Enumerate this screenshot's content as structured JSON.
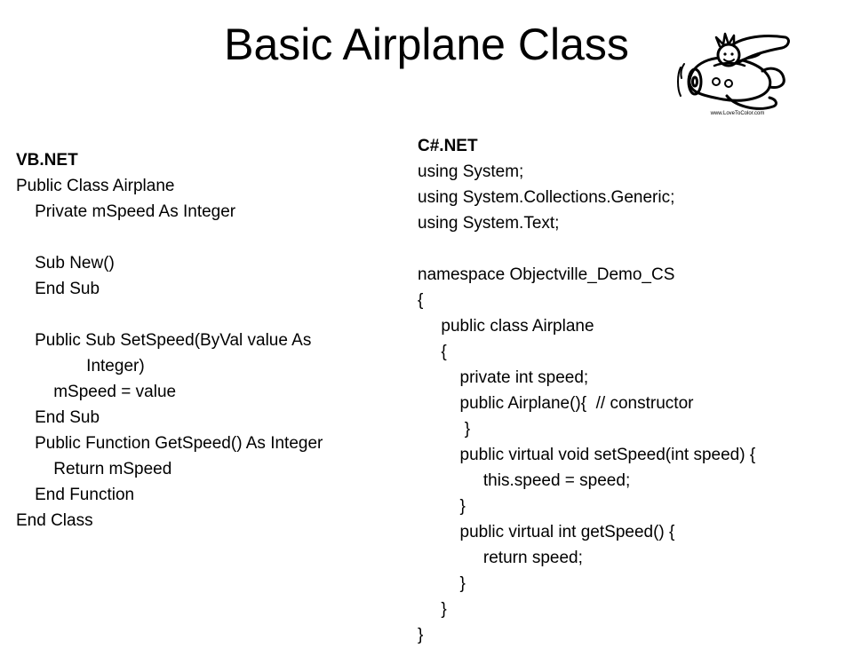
{
  "slide": {
    "title": "Basic Airplane Class",
    "clipart": {
      "icon": "cartoon-pilot-airplane-icon",
      "credit": "www.LoveToColor.com"
    }
  },
  "vb_block": {
    "heading": "VB.NET",
    "lines": [
      "Public Class Airplane",
      "    Private mSpeed As Integer",
      "",
      "    Sub New()",
      "    End Sub",
      "",
      "    Public Sub SetSpeed(ByVal value As",
      "               Integer)",
      "        mSpeed = value",
      "    End Sub",
      "    Public Function GetSpeed() As Integer",
      "        Return mSpeed",
      "    End Function",
      "End Class"
    ]
  },
  "cs_block": {
    "heading": "C#.NET",
    "lines": [
      "using System;",
      "using System.Collections.Generic;",
      "using System.Text;",
      "",
      "namespace Objectville_Demo_CS",
      "{",
      "     public class Airplane",
      "     {",
      "         private int speed;",
      "         public Airplane(){  // constructor",
      "          }",
      "         public virtual void setSpeed(int speed) {",
      "              this.speed = speed;",
      "         }",
      "         public virtual int getSpeed() {",
      "              return speed;",
      "         }",
      "     }",
      "}"
    ]
  }
}
